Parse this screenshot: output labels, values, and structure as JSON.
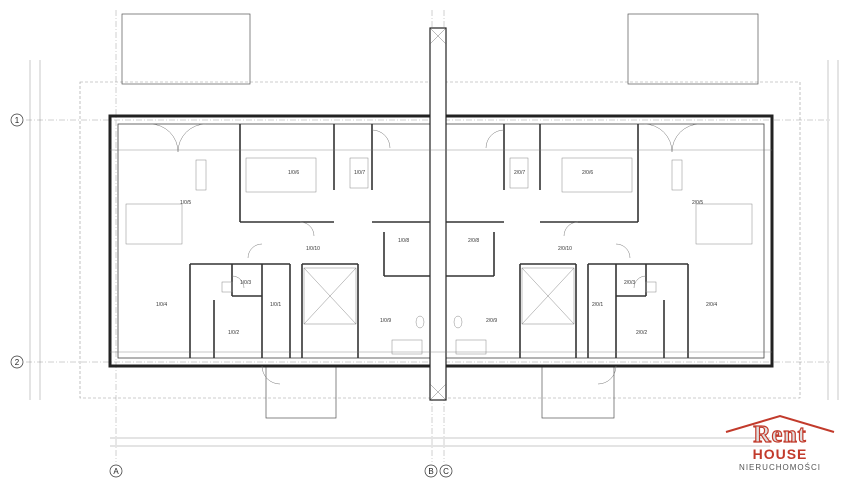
{
  "axes": {
    "row_1": "1",
    "row_2": "2",
    "col_a": "A",
    "col_b": "B",
    "col_c": "C"
  },
  "rooms_left": {
    "r105": "1/0/5",
    "r106": "1/0/6",
    "r107": "1/0/7",
    "r108": "1/0/8",
    "r1010": "1/0/10",
    "r104": "1/0/4",
    "r103": "1/0/3",
    "r101": "1/0/1",
    "r102": "1/0/2",
    "r109": "1/0/9"
  },
  "rooms_right": {
    "r205": "2/0/5",
    "r206": "2/0/6",
    "r207": "2/0/7",
    "r208": "2/0/8",
    "r2010": "2/0/10",
    "r204": "2/0/4",
    "r203": "2/0/3",
    "r201": "2/0/1",
    "r202": "2/0/2",
    "r209": "2/0/9"
  },
  "logo": {
    "line1": "Rent",
    "line2": "HOUSE",
    "line3": "NIERUCHOMOŚCI"
  },
  "colors": {
    "line": "#2a2a2a",
    "thin": "#8a8a8a",
    "accent": "#c23a2b"
  }
}
